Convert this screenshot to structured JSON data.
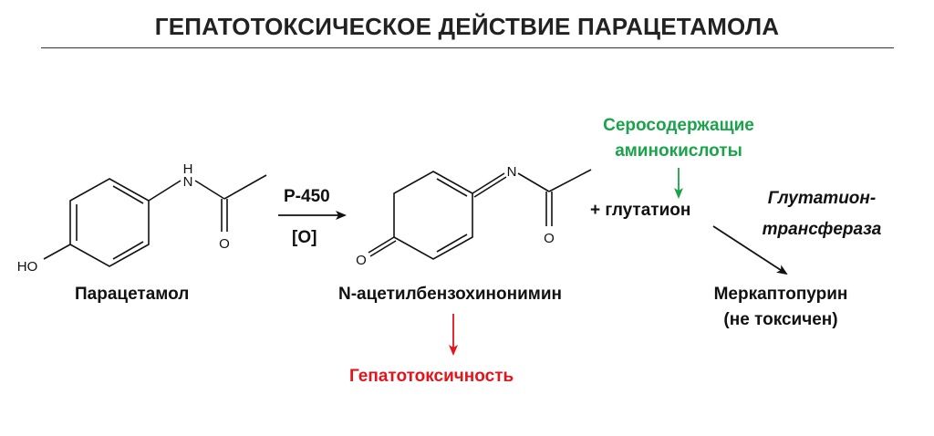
{
  "title": "ГЕПАТОТОКСИЧЕСКОЕ ДЕЙСТВИЕ ПАРАЦЕТАМОЛА",
  "labels": {
    "paracetamol": "Парацетамол",
    "napqi": "N-ацетилбензохинонимин",
    "enzyme": "Р-450",
    "oxidation": "[O]",
    "sulfur_amino_line1": "Серосодержащие",
    "sulfur_amino_line2": "аминокислоты",
    "glutathione": "+ глутатион",
    "transferase_line1": "Глутатион-",
    "transferase_line2": "трансфераза",
    "product_line1": "Меркаптопурин",
    "product_line2": "(не токсичен)",
    "toxicity": "Гепатотоксичность"
  },
  "atoms": {
    "paracetamol_nh": "H",
    "paracetamol_n": "N",
    "paracetamol_o": "O",
    "paracetamol_ho": "HO",
    "napqi_n": "N",
    "napqi_o_carbonyl": "O",
    "napqi_o_ring": "O"
  },
  "colors": {
    "text": "#111111",
    "green": "#1aa34a",
    "red": "#e3141b",
    "arrow": "#111111"
  }
}
